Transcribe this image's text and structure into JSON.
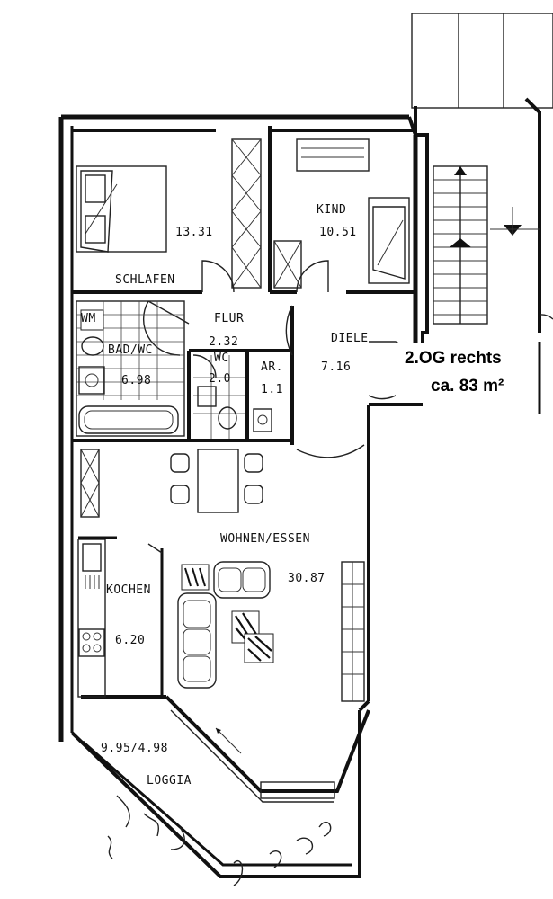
{
  "overlay": {
    "floor": "2.OG rechts",
    "area": "ca. 83 m²"
  },
  "rooms": {
    "schlafen": {
      "name": "SCHLAFEN",
      "area": "13.31"
    },
    "kind": {
      "name": "KIND",
      "area": "10.51"
    },
    "flur": {
      "name": "FLUR",
      "area": "2.32"
    },
    "diele": {
      "name": "DIELE",
      "area": "7.16"
    },
    "bad": {
      "name": "BAD/WC",
      "area": "6.98",
      "wm": "WM"
    },
    "wc": {
      "name": "WC",
      "area": "2.0"
    },
    "ar": {
      "name": "AR.",
      "area": "1.1"
    },
    "wohnen": {
      "name": "WOHNEN/ESSEN",
      "area": "30.87"
    },
    "kochen": {
      "name": "KOCHEN",
      "area": "6.20"
    },
    "loggia": {
      "name": "LOGGIA",
      "area": "9.95/4.98"
    }
  }
}
